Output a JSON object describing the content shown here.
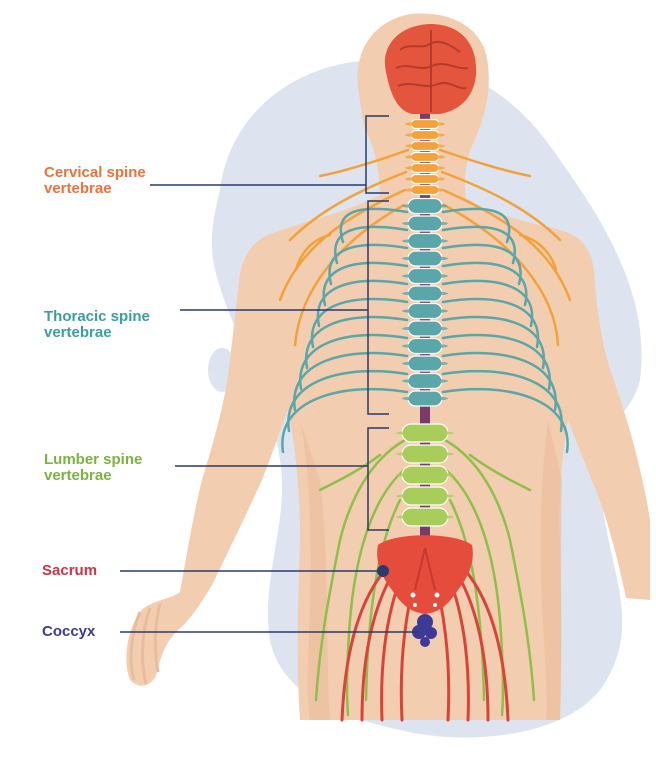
{
  "labels": {
    "cervical": {
      "line1": "Cervical spine",
      "line2": "vertebrae",
      "color": "#e8743a"
    },
    "thoracic": {
      "line1": "Thoracic spine",
      "line2": "vertebrae",
      "color": "#3a9fa2"
    },
    "lumber": {
      "line1": "Lumber spine",
      "line2": "vertebrae",
      "color": "#7bb242"
    },
    "sacrum": {
      "line1": "Sacrum",
      "color": "#c8354a"
    },
    "coccyx": {
      "line1": "Coccyx",
      "color": "#3b3a8f"
    }
  },
  "colors": {
    "skin": "#f2cdb0",
    "skin_shade": "#e9bd9c",
    "backdrop": "#dde4f0",
    "brain": "#e4553e",
    "cervical_bone": "#f2a23c",
    "thoracic_bone": "#5aa6a8",
    "lumbar_bone": "#a9cd5a",
    "sacrum_bone": "#e64c3c",
    "coccyx_bone": "#3c3a95",
    "leader_line": "#2b3a6b"
  }
}
